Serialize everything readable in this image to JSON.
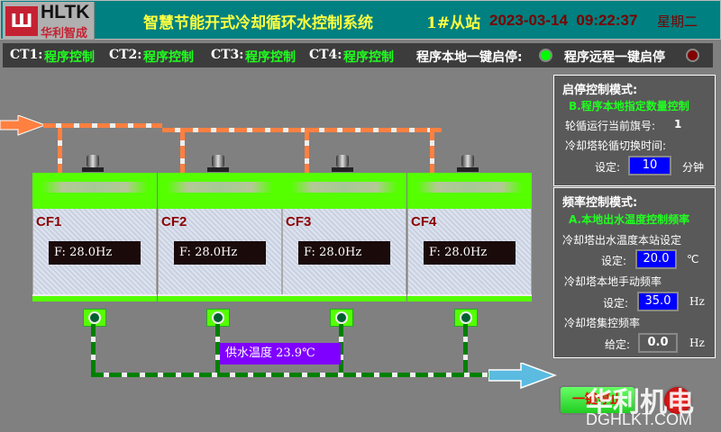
{
  "header": {
    "logo": {
      "mark": "Ш",
      "brand": "HLTK",
      "brand_cn": "华利智成"
    },
    "title": "智慧节能开式冷却循环水控制系统",
    "station": "1#从站",
    "datetime": "2023-03-14  09:22:37",
    "weekday": "星期二"
  },
  "status_bar": {
    "items": [
      {
        "label": "CT1:",
        "value": "程序控制"
      },
      {
        "label": "CT2:",
        "value": "程序控制"
      },
      {
        "label": "CT3:",
        "value": "程序控制"
      },
      {
        "label": "CT4:",
        "value": "程序控制"
      }
    ],
    "local_start_label": "程序本地一键启停:",
    "local_start_state": "on",
    "remote_start_label": "程序远程一键启停",
    "remote_start_state": "off",
    "colors": {
      "on": "#00ff00",
      "off": "#800000"
    }
  },
  "start_stop_panel": {
    "title": "启停控制模式:",
    "mode": "B.程序本地指定数量控制",
    "rotation_label": "轮循运行当前旗号:",
    "rotation_value": "1",
    "switch_time_label": "冷却塔轮循切换时间:",
    "set_label": "设定:",
    "switch_time_value": "10",
    "switch_time_unit": "分钟"
  },
  "freq_panel": {
    "title": "频率控制模式:",
    "mode": "A.本地出水温度控制频率",
    "temp_set_label": "冷却塔出水温度本站设定",
    "set_label": "设定:",
    "temp_set_value": "20.0",
    "temp_unit": "℃",
    "manual_freq_label": "冷却塔本地手动频率",
    "manual_freq_value": "35.0",
    "freq_unit": "Hz",
    "central_freq_label": "冷却塔集控频率",
    "given_label": "给定:",
    "central_freq_value": "0.0"
  },
  "towers": [
    {
      "name": "CF1",
      "freq": "F: 28.0Hz"
    },
    {
      "name": "CF2",
      "freq": "F: 28.0Hz"
    },
    {
      "name": "CF3",
      "freq": "F: 28.0Hz"
    },
    {
      "name": "CF4",
      "freq": "F: 28.0Hz"
    }
  ],
  "supply_temp": "供水温度 23.9℃",
  "buttons": {
    "stop_all": "一键停止"
  },
  "watermark": {
    "cn": "华利机电",
    "url": "DGHLKT.COM"
  }
}
